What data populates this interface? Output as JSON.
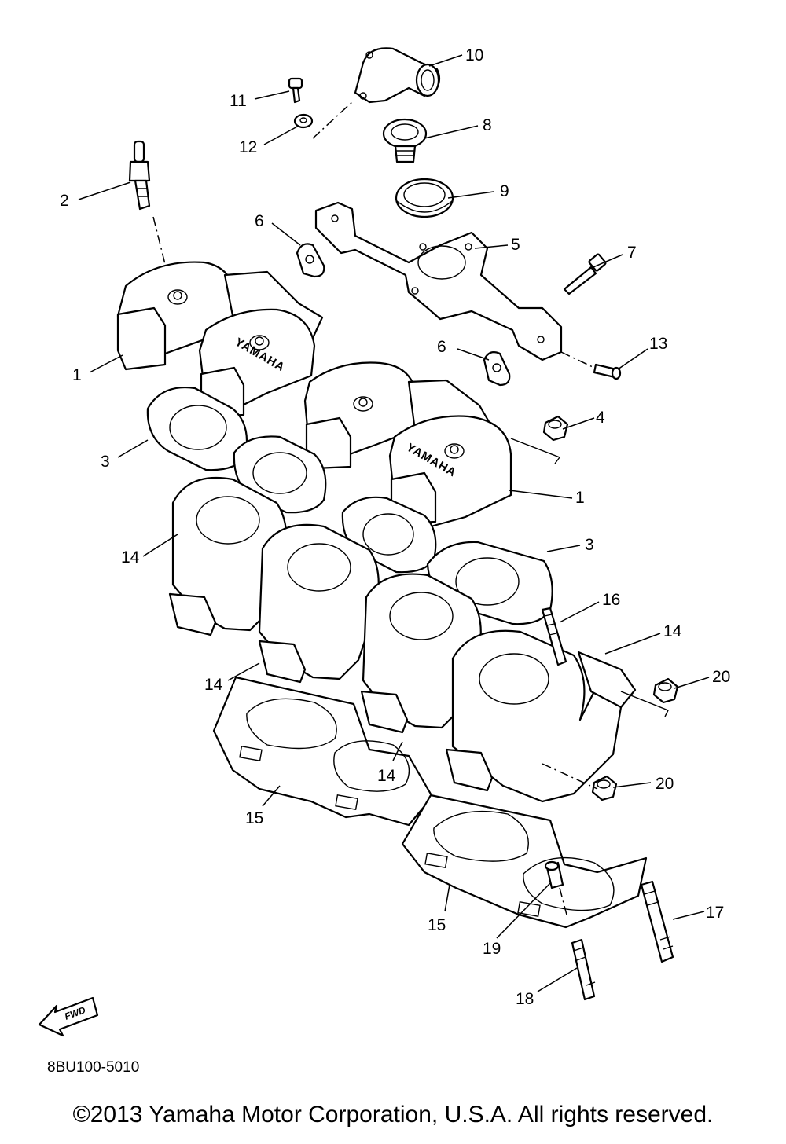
{
  "diagram": {
    "drawing_code": "8BU100-5010",
    "copyright": "©2013 Yamaha Motor Corporation, U.S.A. All rights reserved.",
    "brand_mark": "YAMAHA",
    "fwd_mark": "FWD",
    "callouts": [
      "1",
      "2",
      "3",
      "4",
      "5",
      "6",
      "7",
      "8",
      "9",
      "10",
      "11",
      "12",
      "13",
      "14",
      "15",
      "16",
      "17",
      "18",
      "19",
      "20"
    ]
  }
}
